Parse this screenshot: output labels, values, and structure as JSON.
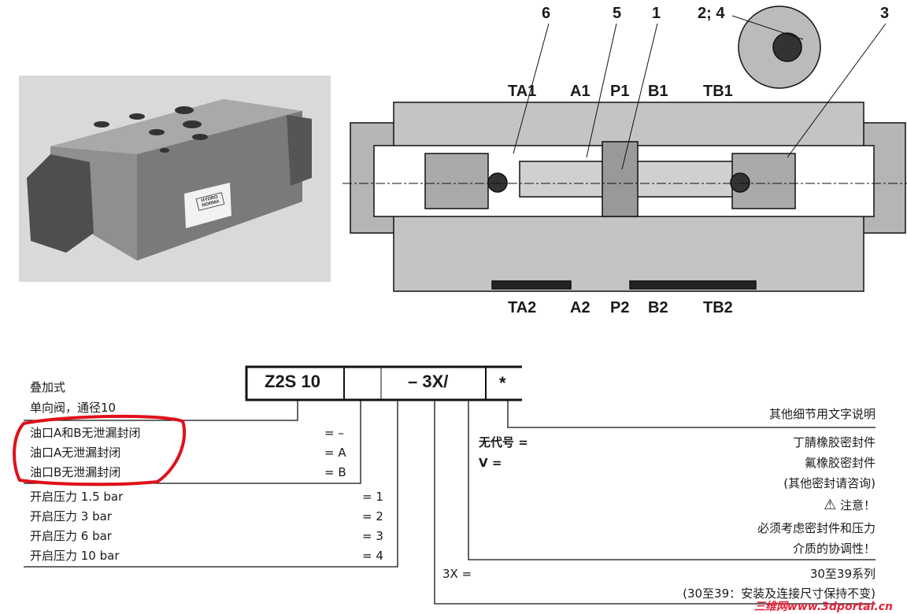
{
  "photo": {
    "brand_plate": "HYDRO NORMA"
  },
  "section_view": {
    "callouts": [
      "6",
      "5",
      "1",
      "2; 4",
      "3"
    ],
    "top_ports": [
      "TA1",
      "A1",
      "P1",
      "B1",
      "TB1"
    ],
    "bottom_ports": [
      "TA2",
      "A2",
      "P2",
      "B2",
      "TB2"
    ]
  },
  "ordering_code": {
    "boxes": [
      "Z2S 10",
      "",
      "– 3X/",
      "*"
    ],
    "left_rows": [
      {
        "label": "叠加式",
        "code": ""
      },
      {
        "label": "单向阀，通径10",
        "code": ""
      },
      {
        "label": "油口A和B无泄漏封闭",
        "code": "= –"
      },
      {
        "label": "油口A无泄漏封闭",
        "code": "= A"
      },
      {
        "label": "油口B无泄漏封闭",
        "code": "= B"
      },
      {
        "label": "开启压力 1.5 bar",
        "code": "= 1"
      },
      {
        "label": "开启压力 3 bar",
        "code": "= 2"
      },
      {
        "label": "开启压力 6 bar",
        "code": "= 3"
      },
      {
        "label": "开启压力 10 bar",
        "code": "= 4"
      }
    ],
    "right": {
      "other_details": "其他细节用文字说明",
      "seal_none_code": "无代号 =",
      "seal_none_desc": "丁腈橡胶密封件",
      "seal_v_code": "V =",
      "seal_v_desc": "氟橡胶密封件",
      "seal_other": "(其他密封请咨询)",
      "attention": "注意！",
      "attention_line1": "必须考虑密封件和压力",
      "attention_line2": "介质的协调性！",
      "series_code": "3X =",
      "series_desc": "30至39系列",
      "series_note": "(30至39：安装及连接尺寸保持不变)"
    },
    "highlight_color": "#e0101a"
  },
  "watermark": "三维网www.3dportal.cn"
}
